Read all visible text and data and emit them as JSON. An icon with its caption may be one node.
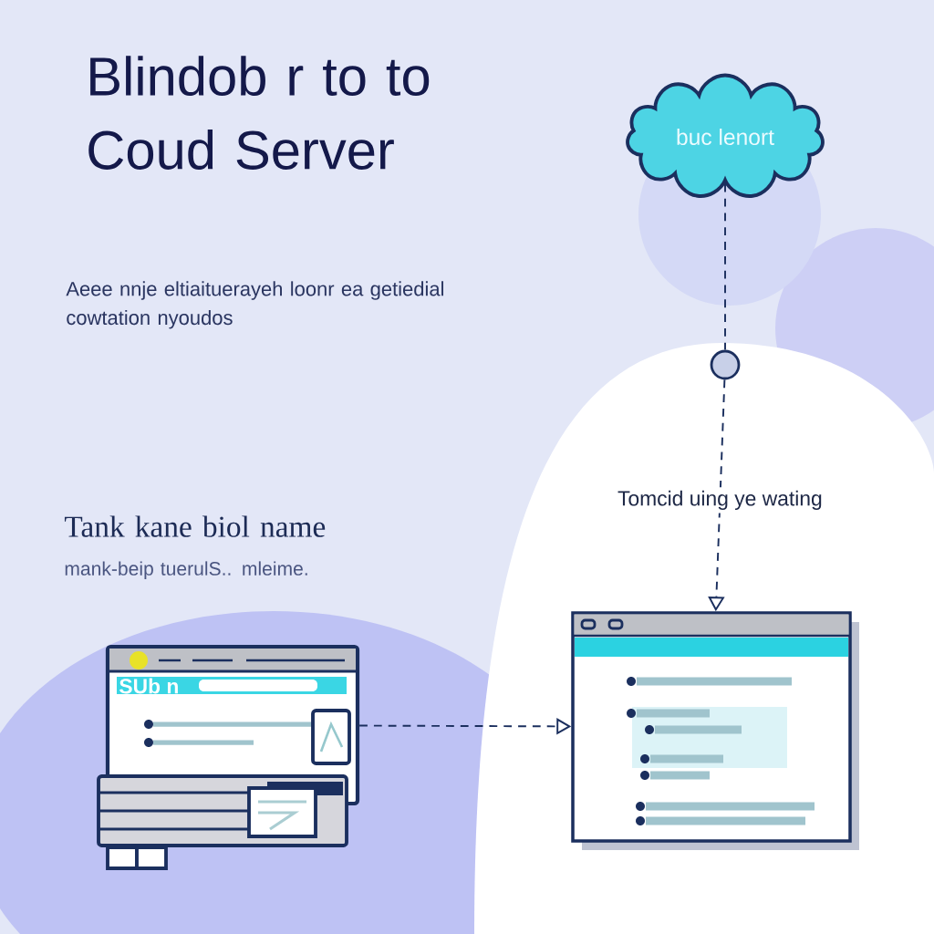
{
  "diagram": {
    "title": "Blindob r to to Coud Server",
    "nodes": [
      {
        "text": [
          "buc lenort"
        ]
      },
      {
        "text": [],
        "shape": "circle"
      },
      {
        "text": [],
        "shape": "box"
      },
      {
        "text": [
          "SUb n"
        ]
      }
    ],
    "edges": [
      {
        "from": 0,
        "to": 1,
        "arrow": "none",
        "style": "dashed"
      },
      {
        "from": 1,
        "to": 2,
        "arrow": "to",
        "style": "dashed",
        "label": "Tomcid uing ye wating"
      },
      {
        "from": 3,
        "to": 2,
        "arrow": "to",
        "style": "dashed"
      }
    ],
    "labels": [
      "Aeee nnje eltiaituerayeh loonr ea getiedial cowtation nyoudos",
      "Tank kane biol name",
      "mank-beip tuerulS.. mleime."
    ]
  }
}
